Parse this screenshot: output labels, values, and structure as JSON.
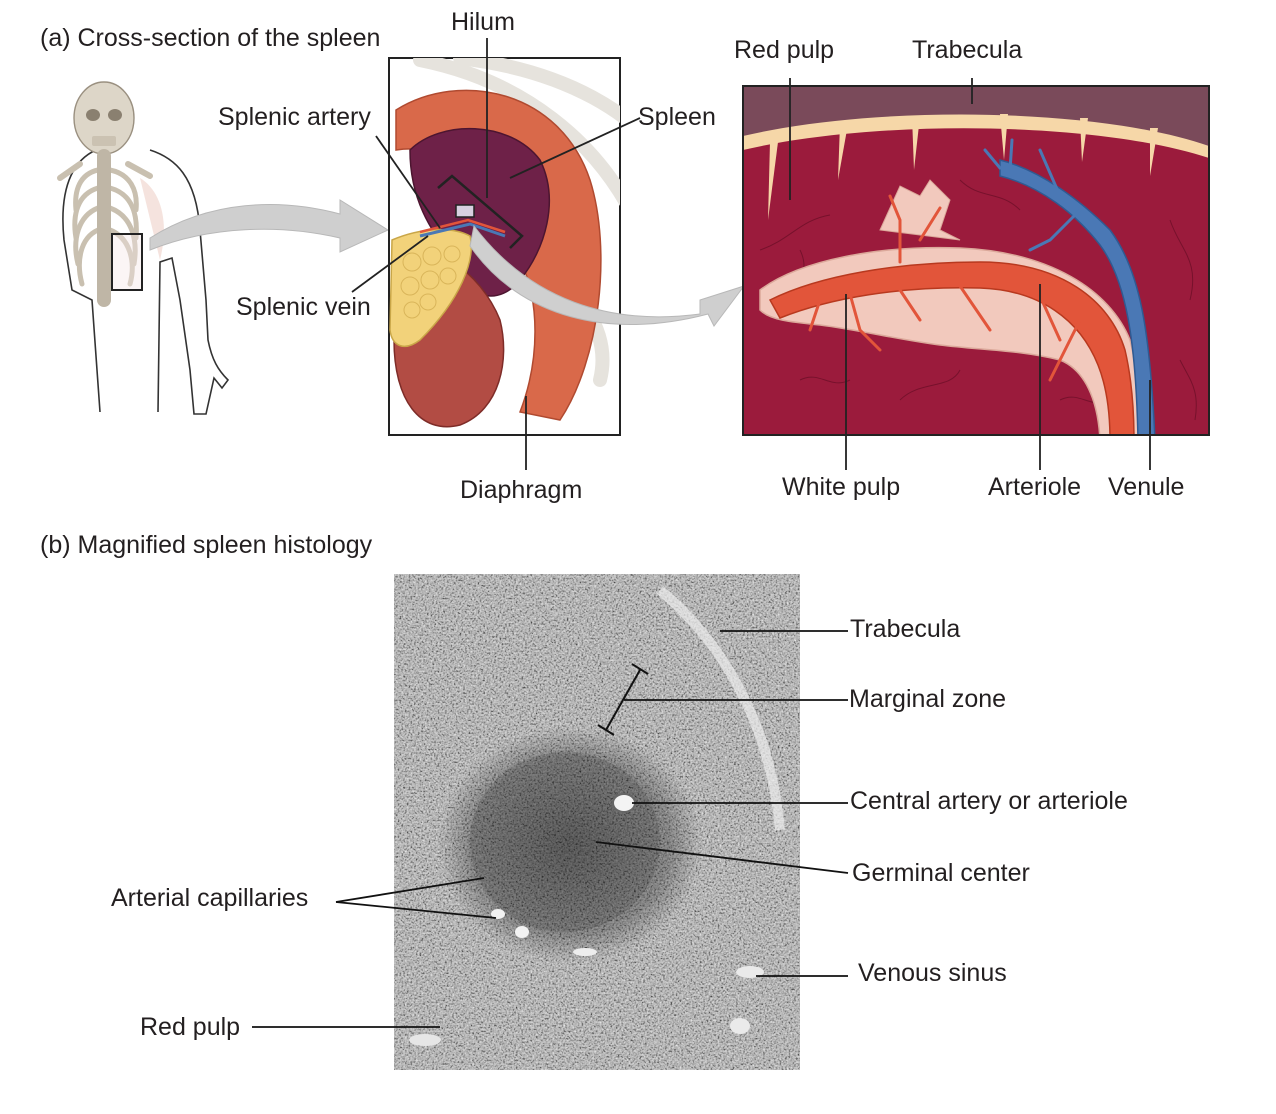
{
  "panel_a": {
    "caption": "(a) Cross-section of the spleen",
    "labels": {
      "hilum": "Hilum",
      "splenic_artery": "Splenic artery",
      "spleen": "Spleen",
      "splenic_vein": "Splenic vein",
      "diaphragm": "Diaphragm",
      "red_pulp": "Red pulp",
      "trabecula": "Trabecula",
      "white_pulp": "White pulp",
      "arteriole": "Arteriole",
      "venule": "Venule"
    }
  },
  "panel_b": {
    "caption": "(b) Magnified spleen histology",
    "labels": {
      "trabecula": "Trabecula",
      "marginal_zone": "Marginal zone",
      "central_artery": "Central artery or arteriole",
      "germinal_center": "Germinal center",
      "arterial_capillaries": "Arterial capillaries",
      "venous_sinus": "Venous sinus",
      "red_pulp": "Red pulp"
    }
  },
  "colors": {
    "red_pulp": "#9b1b3c",
    "red_pulp_border": "#7a4a5a",
    "trabecula": "#f6d7a8",
    "arteriole": "#e2553a",
    "venule": "#4a78b5",
    "white_pulp": "#f2c9bd",
    "spleen": "#6e2148",
    "diaphragm": "#d9694a",
    "pancreas": "#f2d27a",
    "arrow": "#cfcfcf",
    "histology_bg": "#bdbdbd"
  }
}
